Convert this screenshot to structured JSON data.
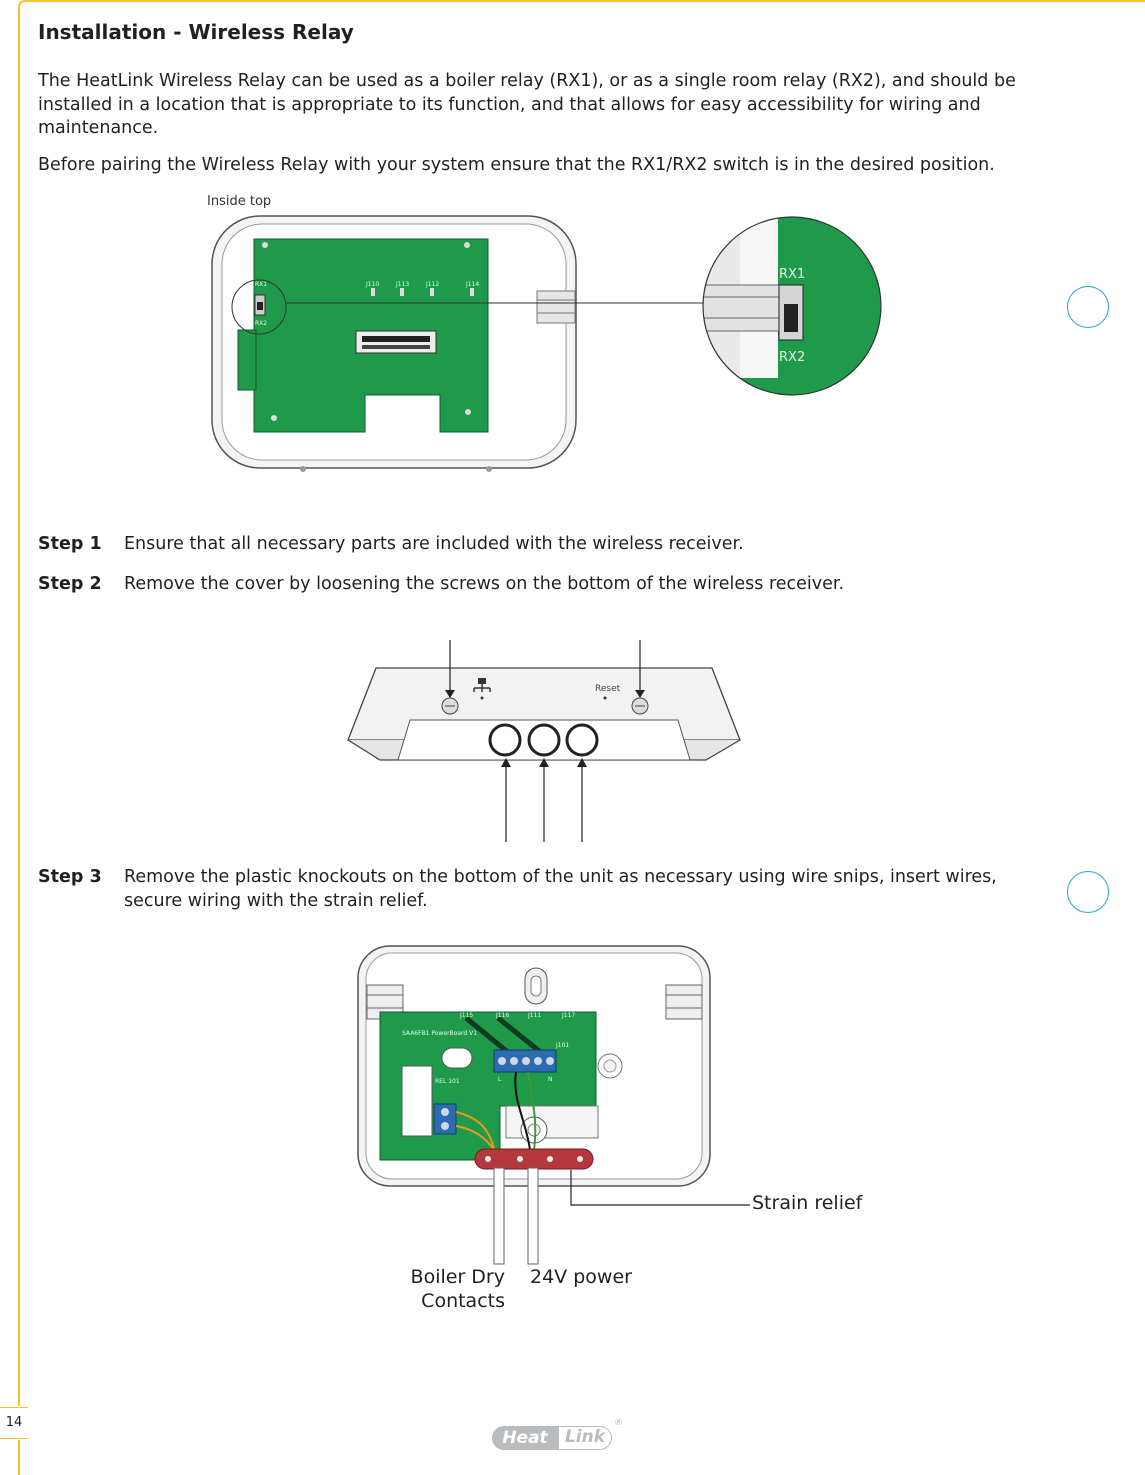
{
  "page": {
    "number": "14"
  },
  "heading": "Installation - Wireless Relay",
  "intro": [
    "The HeatLink Wireless Relay can be used as a boiler relay (RX1), or as a single room relay (RX2), and should be installed in a location that is appropriate to its function, and that allows for easy accessibility for wiring and maintenance.",
    "Before pairing the Wireless Relay with your system ensure that the RX1/RX2 switch is in the desired position."
  ],
  "figure1": {
    "label": "Inside top",
    "switch_top": "RX1",
    "switch_bottom": "RX2",
    "board_switch_top": "RX1",
    "board_switch_bottom": "RX2",
    "jumpers": [
      "J110",
      "J113",
      "J112",
      "J114"
    ]
  },
  "steps": [
    {
      "num": "Step 1",
      "text": "Ensure that all necessary parts are included with the wireless receiver."
    },
    {
      "num": "Step 2",
      "text": "Remove the cover by loosening the screws on the bottom of the wireless receiver."
    },
    {
      "num": "Step 3",
      "text": "Remove the plastic knockouts on the bottom of the unit as necessary using wire snips, insert wires, secure wiring with the strain relief."
    }
  ],
  "figure2": {
    "button_label": "Reset"
  },
  "figure3": {
    "board_label": "SAA6FB1 PowerBoard V1",
    "relay_label": "REL 101",
    "terminal_label": "J101",
    "jumpers": [
      "J115",
      "J116",
      "J111",
      "J117"
    ],
    "terminal_letters": [
      "L",
      "N"
    ],
    "callouts": {
      "strain_relief": "Strain relief",
      "boiler_line1": "Boiler Dry",
      "boiler_line2": "Contacts",
      "power": "24V power"
    }
  },
  "footer": {
    "brand_left": "Heat",
    "brand_right": "Link",
    "registered": "®"
  },
  "colors": {
    "accent": "#f2c23a",
    "pcb": "#1f9a4a",
    "hole_ring": "#2aa6d8",
    "strain_relief": "#b5383c",
    "terminal": "#2b6cb0"
  }
}
